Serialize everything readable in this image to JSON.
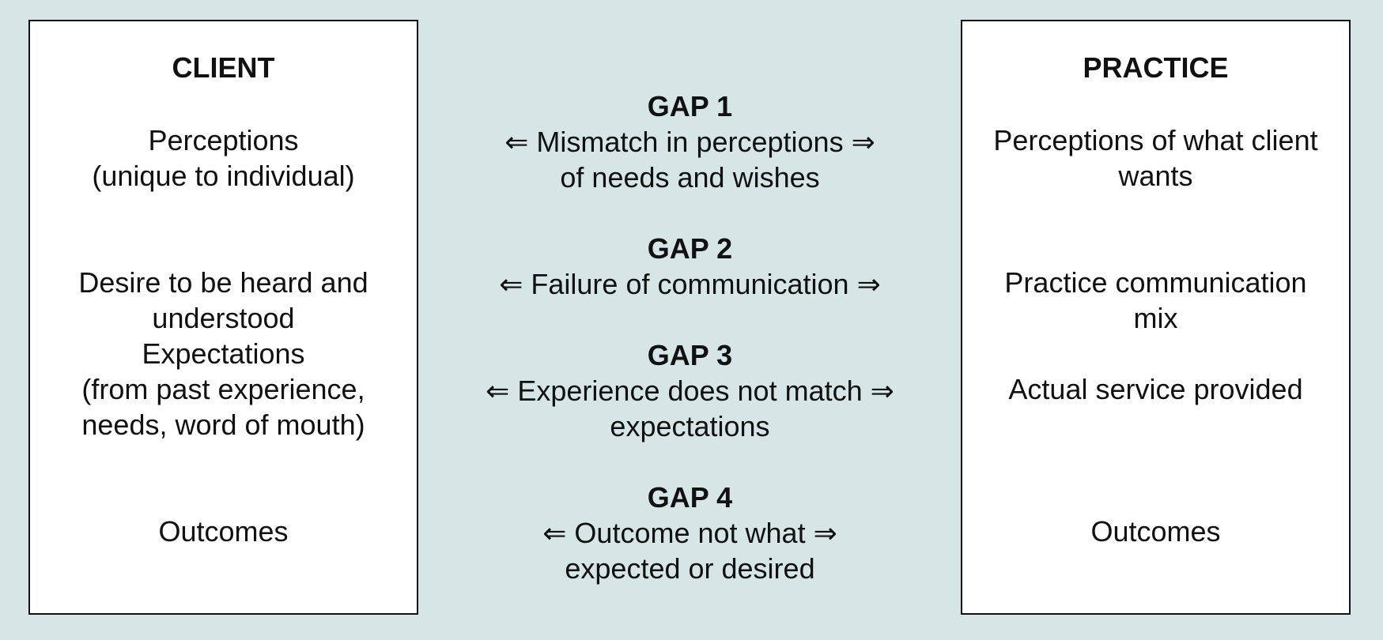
{
  "client": {
    "heading": "CLIENT",
    "items": [
      "Perceptions\n(unique to individual)",
      "Desire to be heard and\nunderstood",
      "Expectations\n(from past experience,\nneeds, word of mouth)",
      "Outcomes"
    ]
  },
  "practice": {
    "heading": "PRACTICE",
    "items": [
      "Perceptions of what client\nwants",
      "Practice communication\nmix",
      "Actual service provided",
      "Outcomes"
    ]
  },
  "gaps": [
    {
      "title": "GAP 1",
      "line1": "Mismatch in perceptions",
      "line2": "of needs and wishes"
    },
    {
      "title": "GAP 2",
      "line1": "Failure of communication",
      "line2": ""
    },
    {
      "title": "GAP 3",
      "line1": "Experience does not match",
      "line2": "expectations"
    },
    {
      "title": "GAP 4",
      "line1": "Outcome not what",
      "line2": "expected or desired"
    }
  ],
  "arrows": {
    "left": "⇐",
    "right": "⇒"
  }
}
